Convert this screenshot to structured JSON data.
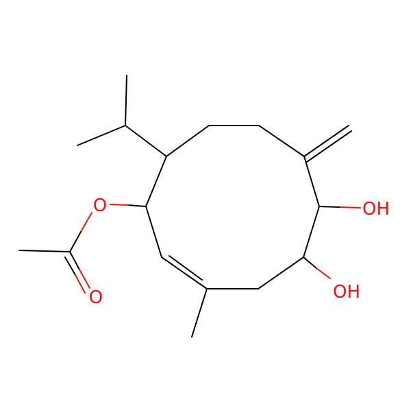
{
  "molecule": {
    "atom_labels": {
      "ester_oxygen": "O",
      "carbonyl_oxygen": "O",
      "hydroxyl_upper": "OH",
      "hydroxyl_lower": "OH"
    },
    "colors": {
      "bond": "#000000",
      "oxygen": "#ff0d0d",
      "background": "#ffffff"
    }
  }
}
